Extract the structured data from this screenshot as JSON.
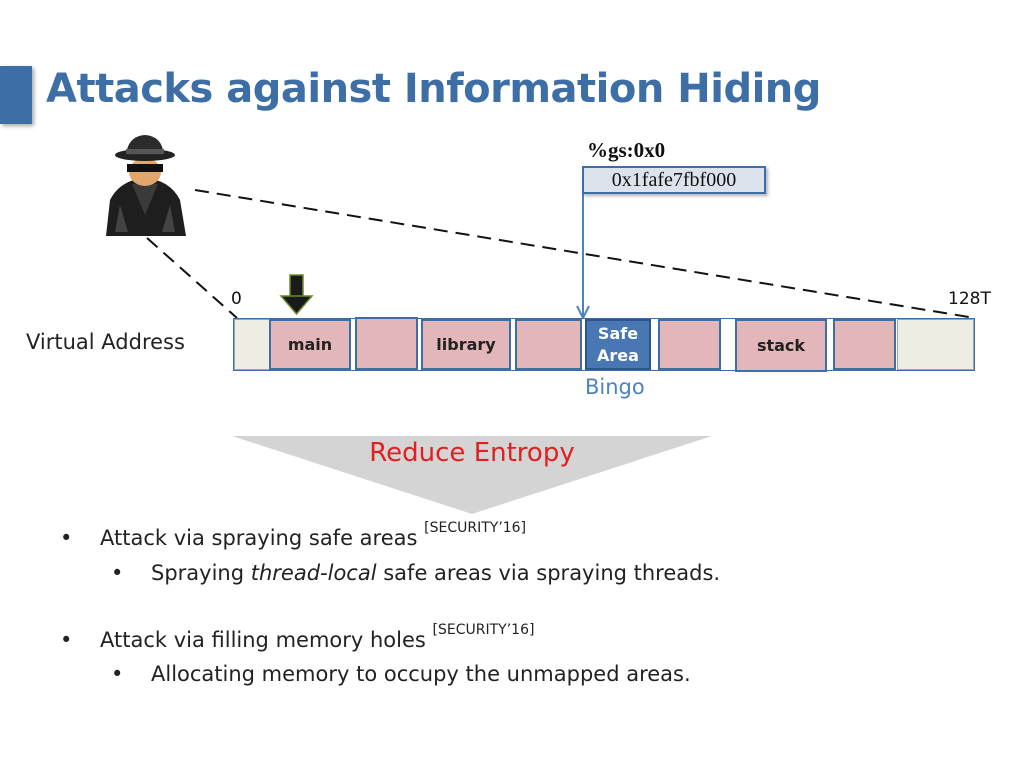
{
  "title": "Attacks against Information Hiding",
  "register": {
    "label": "%gs:0x0",
    "value": "0x1fafe7fbf000"
  },
  "address_space": {
    "start_label": "0",
    "end_label": "128T",
    "axis_label": "Virtual Address",
    "segments": [
      {
        "kind": "end",
        "label": ""
      },
      {
        "kind": "region",
        "label": "main"
      },
      {
        "kind": "region",
        "label": ""
      },
      {
        "kind": "region",
        "label": "library"
      },
      {
        "kind": "region",
        "label": ""
      },
      {
        "kind": "safe",
        "label": "Safe Area"
      },
      {
        "kind": "region",
        "label": ""
      },
      {
        "kind": "region",
        "label": "stack"
      },
      {
        "kind": "region",
        "label": ""
      },
      {
        "kind": "end",
        "label": ""
      }
    ],
    "found_label": "Bingo"
  },
  "reduction_label": "Reduce Entropy",
  "bullets": [
    {
      "text": "Attack via spraying safe areas",
      "cite": "[SECURITY’16]",
      "sub": {
        "before": "Spraying ",
        "em": "thread-local",
        "after": " safe areas via spraying threads."
      }
    },
    {
      "text": "Attack via filling memory holes",
      "cite": "[SECURITY’16]",
      "sub": {
        "before": "Allocating memory to occupy the unmapped areas.",
        "em": "",
        "after": ""
      }
    }
  ],
  "bullet_glyph": "•",
  "icons": [
    "attacker-spy-icon",
    "down-arrow-icon"
  ],
  "colors": {
    "accent": "#3d6ea6",
    "region_fill": "#e3b7b9",
    "safe_fill": "#4877b4",
    "entropy_red": "#e02020",
    "bingo_blue": "#4e82c0"
  }
}
